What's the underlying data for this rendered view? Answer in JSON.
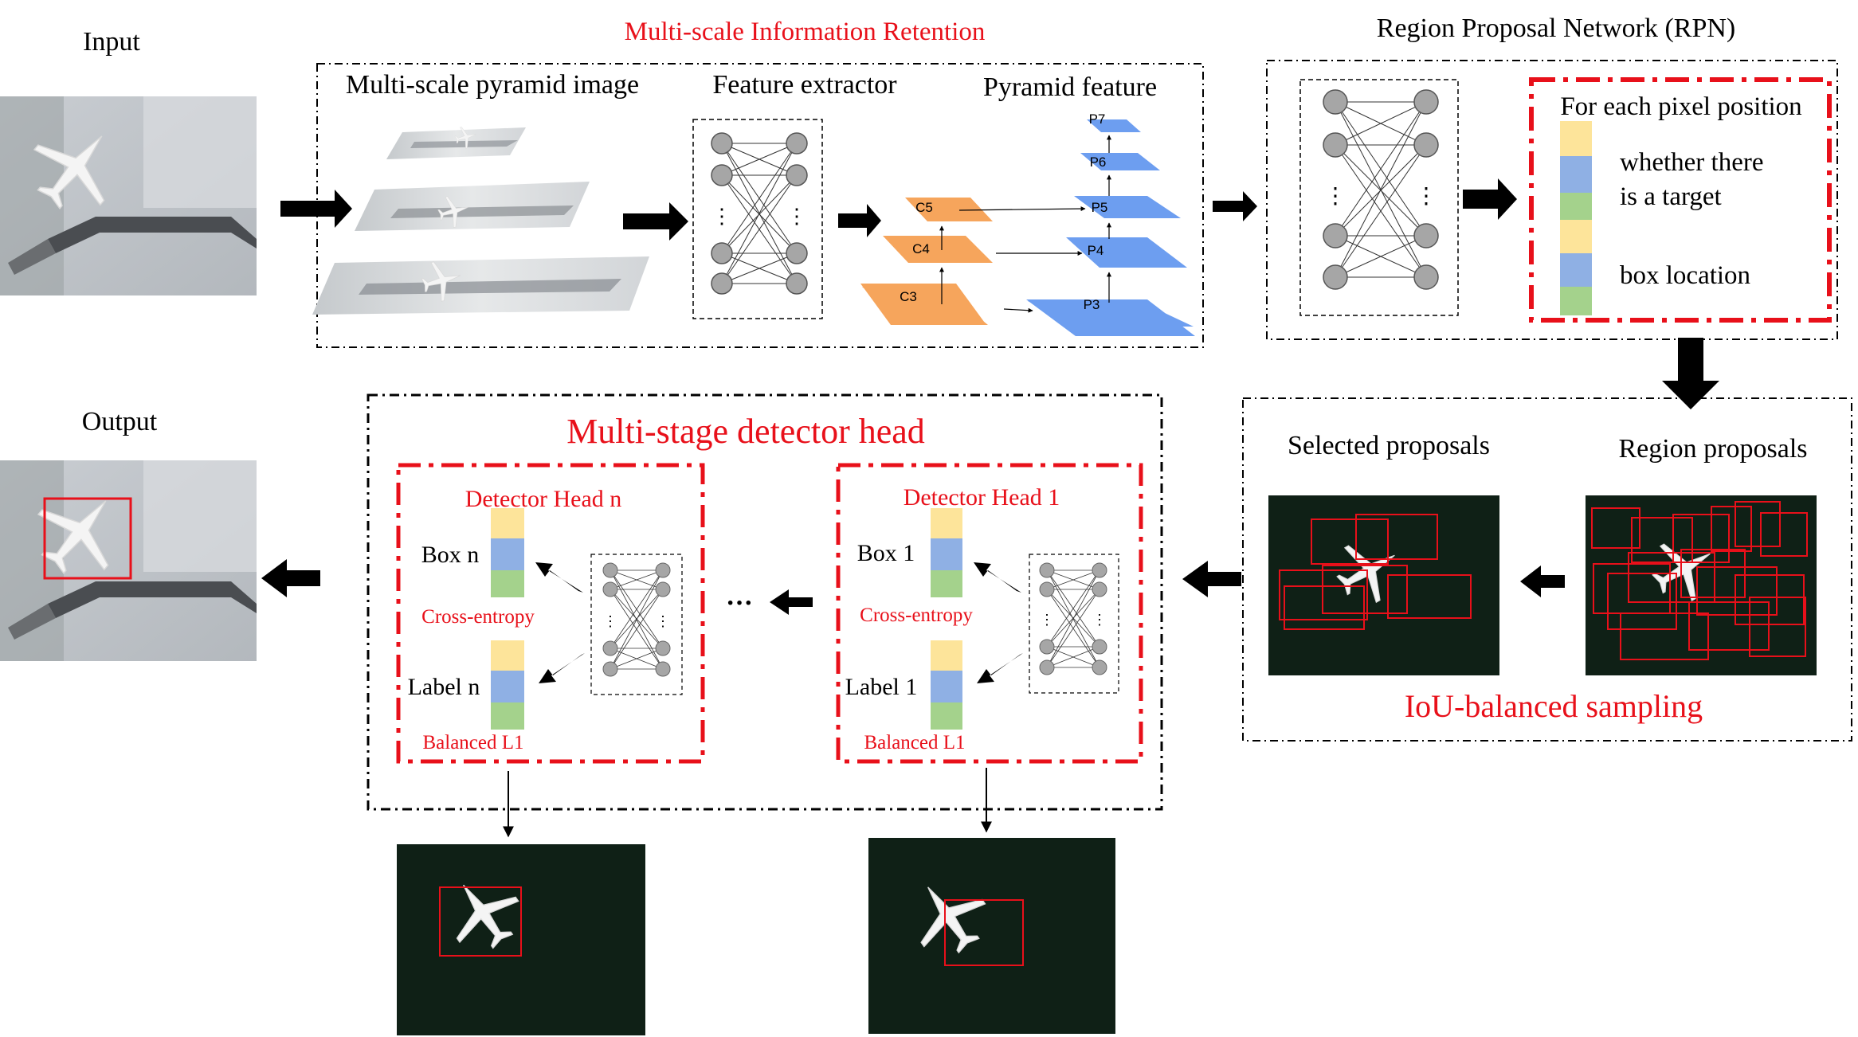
{
  "labels": {
    "input": "Input",
    "output": "Output",
    "mir_title": "Multi-scale Information Retention",
    "pyramid_image": "Multi-scale pyramid image",
    "feature_extractor": "Feature extractor",
    "pyramid_feature": "Pyramid feature",
    "rpn_title": "Region Proposal Network (RPN)",
    "for_each_pixel": "For each pixel position",
    "whether_line1": "whether there",
    "whether_line2": "is a target",
    "box_location": "box location",
    "selected_proposals": "Selected proposals",
    "region_proposals": "Region proposals",
    "iou_sampling": "IoU-balanced sampling",
    "head_title": "Multi-stage detector head",
    "detector_head_n": "Detector Head n",
    "detector_head_1": "Detector Head 1",
    "box_n": "Box n",
    "box_1": "Box 1",
    "label_n": "Label n",
    "label_1": "Label 1",
    "cross_entropy": "Cross-entropy",
    "balanced_l1": "Balanced L1",
    "ellipsis": "···",
    "vdots": "⋮"
  },
  "features": {
    "c_levels": [
      "C3",
      "C4",
      "C5"
    ],
    "p_levels": [
      "P3",
      "P4",
      "P5",
      "P6",
      "P7"
    ]
  },
  "colors": {
    "red": "#e8101a",
    "orange": "#f6a55c",
    "blue": "#6d9ef0",
    "yellow": "#fde49a",
    "stripe_blue": "#8fb0e4",
    "green": "#a4d28c",
    "dark_bg": "#0f2016",
    "node_gray": "#a6a6a6"
  }
}
